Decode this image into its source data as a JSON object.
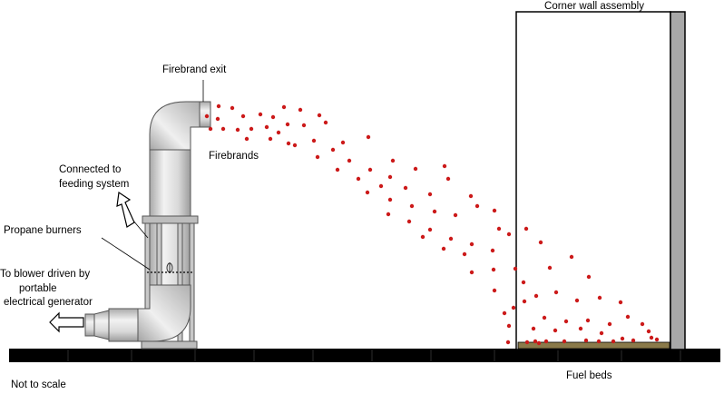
{
  "labels": {
    "corner_wall": "Corner wall assembly",
    "firebrand_exit": "Firebrand exit",
    "firebrands": "Firebrands",
    "connected_line1": "Connected to",
    "connected_line2": "feeding system",
    "propane_burners": "Propane burners",
    "blower_line1": "To blower driven by",
    "blower_line2": "portable",
    "blower_line3": "electrical generator",
    "fuel_beds": "Fuel beds",
    "not_to_scale": "Not to scale"
  },
  "colors": {
    "firebrand": "#cc1a1a",
    "ground": "#000000",
    "fuel_bed": "#8a7a4a",
    "wall_gray": "#a8a8a8",
    "equipment_light": "#e8e8e8",
    "equipment_mid": "#b8b8b8"
  },
  "icons": {
    "arrow_up": "arrow-up-right-icon",
    "arrow_left": "arrow-left-icon"
  }
}
